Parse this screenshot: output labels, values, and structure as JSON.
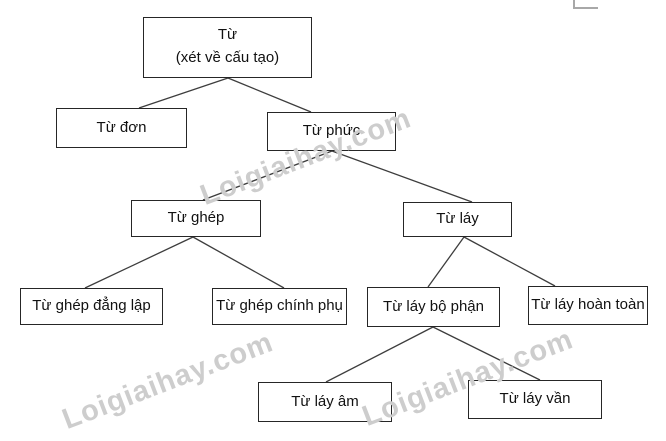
{
  "diagram": {
    "title_note": "word structure classification tree",
    "nodes": {
      "root_line1": "Từ",
      "root_line2": "(xét về cấu tạo)",
      "tu_don": "Từ đơn",
      "tu_phuc": "Từ phức",
      "tu_ghep": "Từ ghép",
      "tu_lay": "Từ láy",
      "tu_ghep_dang_lap": "Từ ghép đẳng lập",
      "tu_ghep_chinh_phu": "Từ ghép chính phụ",
      "tu_lay_bo_phan": "Từ láy bộ phận",
      "tu_lay_hoan_toan": "Từ láy hoàn toàn",
      "tu_lay_am": "Từ láy âm",
      "tu_lay_van": "Từ láy vần"
    },
    "edges": [
      [
        "root",
        "tu_don"
      ],
      [
        "root",
        "tu_phuc"
      ],
      [
        "tu_phuc",
        "tu_ghep"
      ],
      [
        "tu_phuc",
        "tu_lay"
      ],
      [
        "tu_ghep",
        "tu_ghep_dang_lap"
      ],
      [
        "tu_ghep",
        "tu_ghep_chinh_phu"
      ],
      [
        "tu_lay",
        "tu_lay_bo_phan"
      ],
      [
        "tu_lay",
        "tu_lay_hoan_toan"
      ],
      [
        "tu_lay_bo_phan",
        "tu_lay_am"
      ],
      [
        "tu_lay_bo_phan",
        "tu_lay_van"
      ]
    ],
    "colors": {
      "box_border": "#262626",
      "text": "#111111",
      "connector": "#3d3d3d",
      "watermark": "#cdcdcd",
      "corner_mark": "#a8a8a8",
      "background": "#ffffff"
    }
  },
  "watermarks": {
    "text": "Loigiaihay.com"
  }
}
